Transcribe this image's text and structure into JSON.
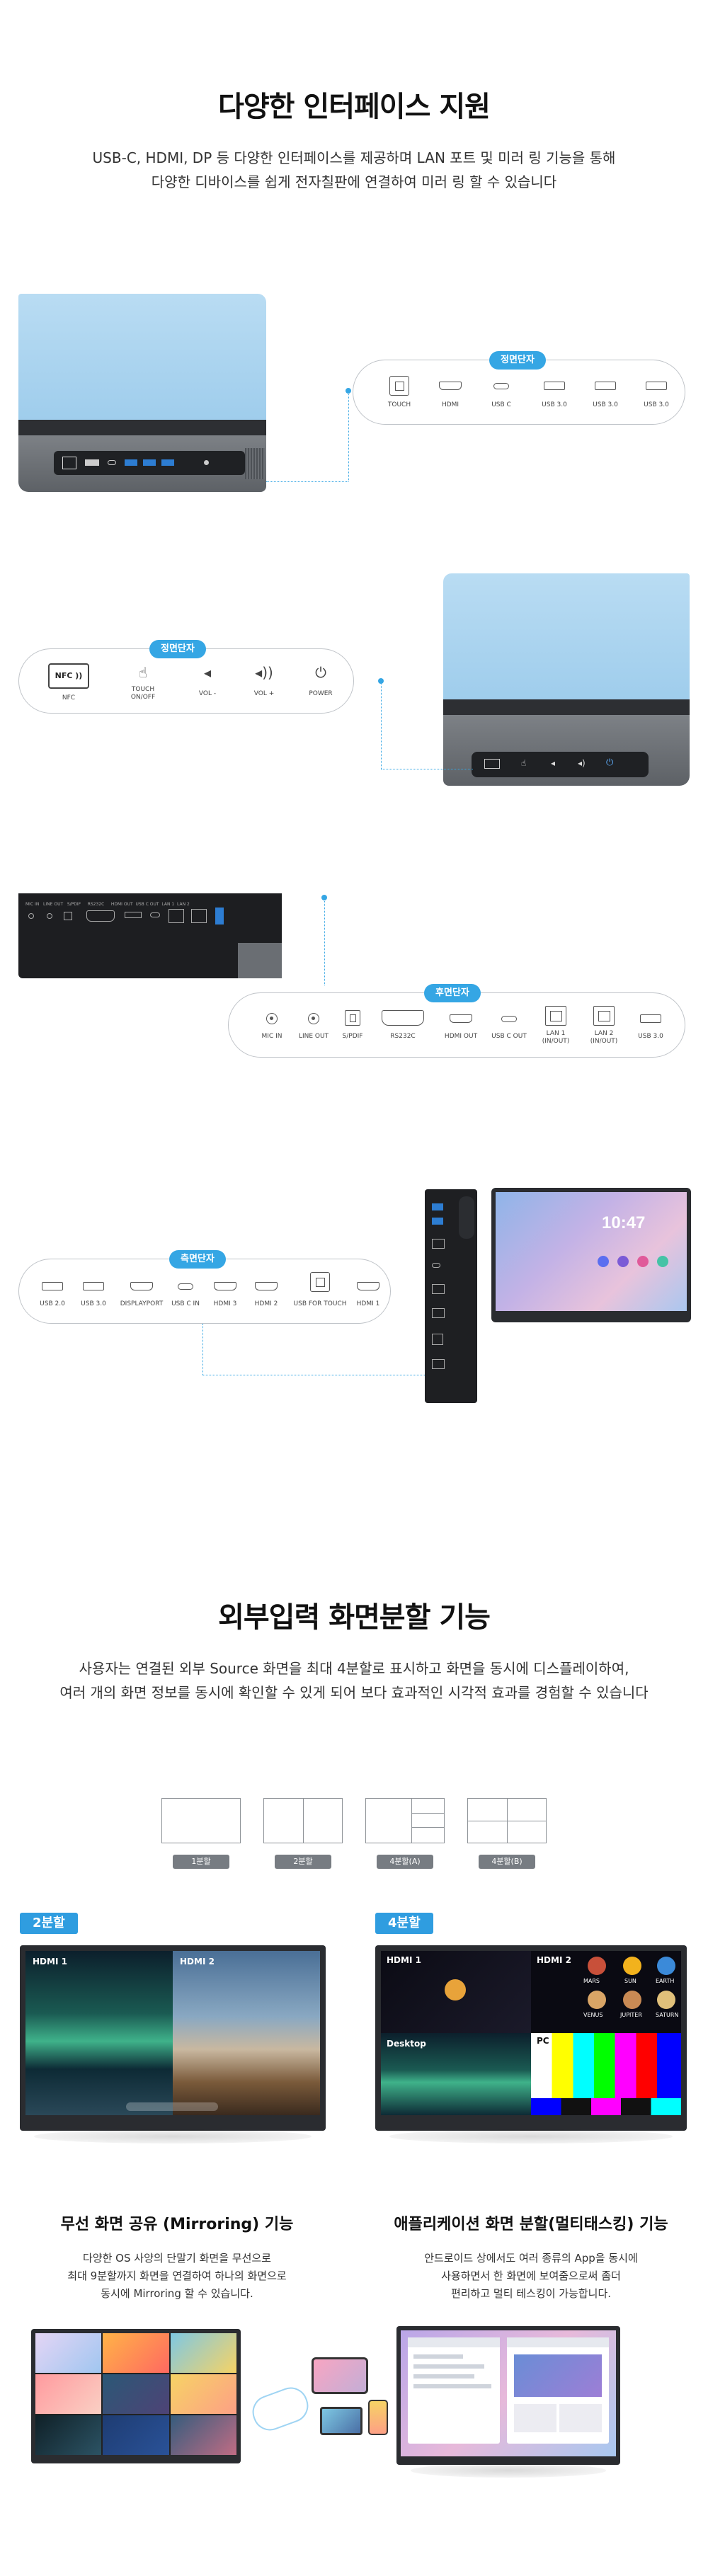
{
  "section1": {
    "title": "다양한 인터페이스 지원",
    "subtitle_line1": "USB-C, HDMI, DP 등 다양한 인터페이스를 제공하며 LAN 포트 및 미러 링 기능을 통해",
    "subtitle_line2": "다양한 디바이스를 쉽게 전자칠판에 연결하여 미러 링 할 수 있습니다"
  },
  "panel_front1": {
    "tag": "정면단자",
    "ports": [
      {
        "icon": "usb-b-icon",
        "label": "TOUCH"
      },
      {
        "icon": "hdmi-icon",
        "label": "HDMI"
      },
      {
        "icon": "usb-c-icon",
        "label": "USB C"
      },
      {
        "icon": "usb-a-icon",
        "label": "USB 3.0"
      },
      {
        "icon": "usb-a-icon",
        "label": "USB 3.0"
      },
      {
        "icon": "usb-a-icon",
        "label": "USB 3.0"
      }
    ]
  },
  "panel_front2": {
    "tag": "정면단자",
    "ports": [
      {
        "icon": "nfc-icon",
        "label": "NFC",
        "glyph": "NFC ))"
      },
      {
        "icon": "touch-hand-icon",
        "label": "TOUCH\nON/OFF",
        "glyph": "☝"
      },
      {
        "icon": "volume-down-icon",
        "label": "VOL -",
        "glyph": "🔈"
      },
      {
        "icon": "volume-up-icon",
        "label": "VOL +",
        "glyph": "🔊"
      },
      {
        "icon": "power-icon",
        "label": "POWER",
        "glyph": "⏻"
      }
    ]
  },
  "panel_rear": {
    "tag": "후면단자",
    "ports": [
      {
        "icon": "mic-jack-icon",
        "label": "MIC IN"
      },
      {
        "icon": "line-out-jack-icon",
        "label": "LINE OUT"
      },
      {
        "icon": "spdif-icon",
        "label": "S/PDIF"
      },
      {
        "icon": "rs232-icon",
        "label": "RS232C"
      },
      {
        "icon": "hdmi-icon",
        "label": "HDMI OUT"
      },
      {
        "icon": "usb-c-icon",
        "label": "USB C OUT"
      },
      {
        "icon": "lan-icon",
        "label": "LAN 1\n(IN/OUT)"
      },
      {
        "icon": "lan-icon",
        "label": "LAN 2\n(IN/OUT)"
      },
      {
        "icon": "usb-a-icon",
        "label": "USB 3.0"
      }
    ],
    "device_labels": [
      "MIC IN",
      "LINE OUT",
      "S/PDIF",
      "RS232C",
      "HDMI OUT",
      "USB C OUT",
      "LAN 1",
      "LAN 2"
    ]
  },
  "panel_side": {
    "tag": "측면단자",
    "ports": [
      {
        "icon": "usb-a-icon",
        "label": "USB 2.0"
      },
      {
        "icon": "usb-a-icon",
        "label": "USB 3.0"
      },
      {
        "icon": "displayport-icon",
        "label": "DISPLAYPORT"
      },
      {
        "icon": "usb-c-icon",
        "label": "USB C IN"
      },
      {
        "icon": "hdmi-icon",
        "label": "HDMI 3"
      },
      {
        "icon": "hdmi-icon",
        "label": "HDMI 2"
      },
      {
        "icon": "usb-b-icon",
        "label": "USB FOR TOUCH"
      },
      {
        "icon": "hdmi-icon",
        "label": "HDMI 1"
      }
    ],
    "screen_clock": "10:47"
  },
  "section2": {
    "title": "외부입력 화면분할 기능",
    "subtitle_line1": "사용자는 연결된 외부 Source 화면을 최대 4분할로 표시하고 화면을 동시에 디스플레이하여,",
    "subtitle_line2": "여러 개의 화면 정보를 동시에 확인할 수 있게 되어 보다 효과적인 시각적 효과를 경험할 수 있습니다"
  },
  "split_modes": [
    "1분할",
    "2분할",
    "4분할(A)",
    "4분할(B)"
  ],
  "split_demo": {
    "two": {
      "tag": "2분할",
      "pane1": "HDMI 1",
      "pane2": "HDMI 2"
    },
    "four": {
      "tag": "4분할",
      "pane1": "HDMI 1",
      "pane2": "HDMI 2",
      "pane3": "Desktop",
      "pane4": "PC",
      "planets": [
        "MARS",
        "SUN",
        "EARTH",
        "VENUS",
        "JUPITER",
        "SATURN"
      ]
    }
  },
  "mirroring": {
    "title": "무선 화면 공유 (Mirroring) 기능",
    "line1": "다양한 OS 사양의 단말기 화면을 무선으로",
    "line2": "최대 9분할까지 화면을 연결하여 하나의 화면으로",
    "line3": "동시에 Mirroring 할 수 있습니다."
  },
  "multitasking": {
    "title": "애플리케이션 화면 분할(멀티태스킹) 기능",
    "line1": "안드로이드 상에서도 여러 종류의 App을 동시에",
    "line2": "사용하면서 한 화면에 보여줌으로써 좀더",
    "line3": "편리하고 멀티 테스킹이 가능합니다."
  },
  "colors": {
    "accent": "#35a6e4",
    "tag_blue": "#2f9de0",
    "split_tag_gray": "#777c82"
  }
}
